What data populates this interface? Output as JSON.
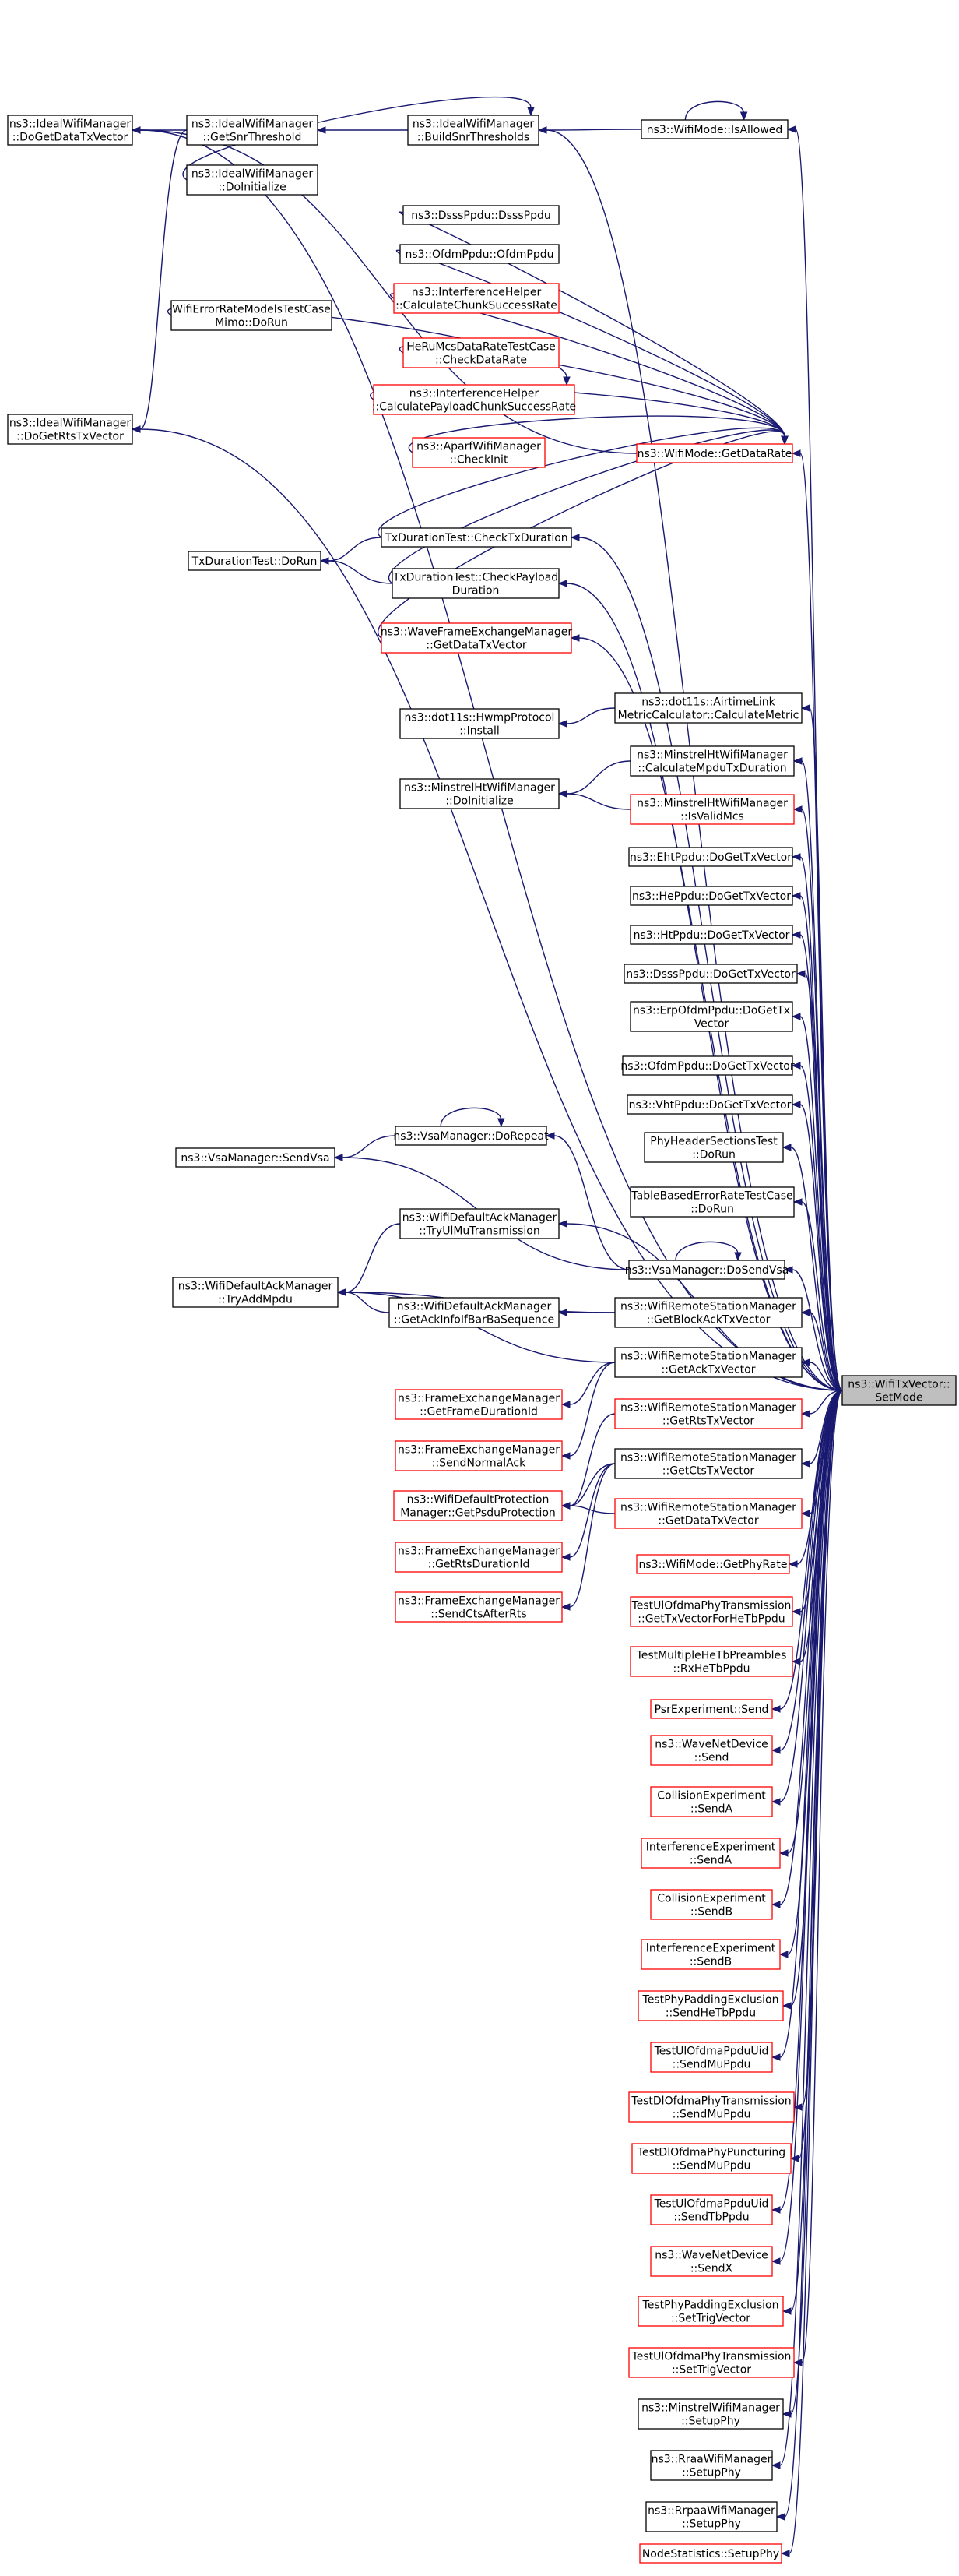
{
  "nodes": [
    {
      "id": "n_focus",
      "lines": [
        "ns3::WifiTxVector::",
        "SetMode"
      ],
      "color": "focus"
    },
    {
      "id": "n_dgdtx",
      "lines": [
        "ns3::IdealWifiManager",
        "::DoGetDataTxVector"
      ],
      "color": "black"
    },
    {
      "id": "n_gst",
      "lines": [
        "ns3::IdealWifiManager",
        "::GetSnrThreshold"
      ],
      "color": "black"
    },
    {
      "id": "n_ideal_init",
      "lines": [
        "ns3::IdealWifiManager",
        "::DoInitialize"
      ],
      "color": "black"
    },
    {
      "id": "n_bst",
      "lines": [
        "ns3::IdealWifiManager",
        "::BuildSnrThresholds"
      ],
      "color": "black"
    },
    {
      "id": "n_isallowed",
      "lines": [
        "ns3::WifiMode::IsAllowed"
      ],
      "color": "black"
    },
    {
      "id": "n_dsssppdu",
      "lines": [
        "ns3::DsssPpdu::DsssPpdu"
      ],
      "color": "black"
    },
    {
      "id": "n_ofdmppdu",
      "lines": [
        "ns3::OfdmPpdu::OfdmPpdu"
      ],
      "color": "black"
    },
    {
      "id": "n_ihccsr",
      "lines": [
        "ns3::InterferenceHelper",
        "::CalculateChunkSuccessRate"
      ],
      "color": "red"
    },
    {
      "id": "n_wifierr",
      "lines": [
        "WifiErrorRateModelsTestCase",
        "Mimo::DoRun"
      ],
      "color": "black"
    },
    {
      "id": "n_heru",
      "lines": [
        "HeRuMcsDataRateTestCase",
        "::CheckDataRate"
      ],
      "color": "red"
    },
    {
      "id": "n_ihcpcsr",
      "lines": [
        "ns3::InterferenceHelper",
        "::CalculatePayloadChunkSuccessRate"
      ],
      "color": "red"
    },
    {
      "id": "n_aparf",
      "lines": [
        "ns3::AparfWifiManager",
        "::CheckInit"
      ],
      "color": "red"
    },
    {
      "id": "n_getdatarate",
      "lines": [
        "ns3::WifiMode::GetDataRate"
      ],
      "color": "red"
    },
    {
      "id": "n_dgrts",
      "lines": [
        "ns3::IdealWifiManager",
        "::DoGetRtsTxVector"
      ],
      "color": "black"
    },
    {
      "id": "n_txdur_run",
      "lines": [
        "TxDurationTest::DoRun"
      ],
      "color": "black"
    },
    {
      "id": "n_txdur_check",
      "lines": [
        "TxDurationTest::CheckTxDuration"
      ],
      "color": "black"
    },
    {
      "id": "n_txdur_payload",
      "lines": [
        "TxDurationTest::CheckPayload",
        "Duration"
      ],
      "color": "black"
    },
    {
      "id": "n_wave_gdtv",
      "lines": [
        "ns3::WaveFrameExchangeManager",
        "::GetDataTxVector"
      ],
      "color": "red"
    },
    {
      "id": "n_airtime",
      "lines": [
        "ns3::dot11s::AirtimeLink",
        "MetricCalculator::CalculateMetric"
      ],
      "color": "black"
    },
    {
      "id": "n_hwmp",
      "lines": [
        "ns3::dot11s::HwmpProtocol",
        "::Install"
      ],
      "color": "black"
    },
    {
      "id": "n_mht_calc",
      "lines": [
        "ns3::MinstrelHtWifiManager",
        "::CalculateMpduTxDuration"
      ],
      "color": "black"
    },
    {
      "id": "n_mht_init",
      "lines": [
        "ns3::MinstrelHtWifiManager",
        "::DoInitialize"
      ],
      "color": "black"
    },
    {
      "id": "n_mht_valid",
      "lines": [
        "ns3::MinstrelHtWifiManager",
        "::IsValidMcs"
      ],
      "color": "red"
    },
    {
      "id": "n_eht",
      "lines": [
        "ns3::EhtPpdu::DoGetTxVector"
      ],
      "color": "black"
    },
    {
      "id": "n_he",
      "lines": [
        "ns3::HePpdu::DoGetTxVector"
      ],
      "color": "black"
    },
    {
      "id": "n_ht",
      "lines": [
        "ns3::HtPpdu::DoGetTxVector"
      ],
      "color": "black"
    },
    {
      "id": "n_dsss_gtv",
      "lines": [
        "ns3::DsssPpdu::DoGetTxVector"
      ],
      "color": "black"
    },
    {
      "id": "n_erp",
      "lines": [
        "ns3::ErpOfdmPpdu::DoGetTx",
        "Vector"
      ],
      "color": "black"
    },
    {
      "id": "n_ofdm_gtv",
      "lines": [
        "ns3::OfdmPpdu::DoGetTxVector"
      ],
      "color": "black"
    },
    {
      "id": "n_vht",
      "lines": [
        "ns3::VhtPpdu::DoGetTxVector"
      ],
      "color": "black"
    },
    {
      "id": "n_phyhdr",
      "lines": [
        "PhyHeaderSectionsTest",
        "::DoRun"
      ],
      "color": "black"
    },
    {
      "id": "n_tblerr",
      "lines": [
        "TableBasedErrorRateTestCase",
        "::DoRun"
      ],
      "color": "black"
    },
    {
      "id": "n_vsa_repeat",
      "lines": [
        "ns3::VsaManager::DoRepeat"
      ],
      "color": "black"
    },
    {
      "id": "n_vsa_send",
      "lines": [
        "ns3::VsaManager::SendVsa"
      ],
      "color": "black"
    },
    {
      "id": "n_vsa_dosend",
      "lines": [
        "ns3::VsaManager::DoSendVsa"
      ],
      "color": "black"
    },
    {
      "id": "n_wdam_tryul",
      "lines": [
        "ns3::WifiDefaultAckManager",
        "::TryUlMuTransmission"
      ],
      "color": "black"
    },
    {
      "id": "n_wdam_tryadd",
      "lines": [
        "ns3::WifiDefaultAckManager",
        "::TryAddMpdu"
      ],
      "color": "black"
    },
    {
      "id": "n_wdam_getack",
      "lines": [
        "ns3::WifiDefaultAckManager",
        "::GetAckInfoIfBarBaSequence"
      ],
      "color": "black"
    },
    {
      "id": "n_wrsm_blockack",
      "lines": [
        "ns3::WifiRemoteStationManager",
        "::GetBlockAckTxVector"
      ],
      "color": "black"
    },
    {
      "id": "n_wrsm_ack",
      "lines": [
        "ns3::WifiRemoteStationManager",
        "::GetAckTxVector"
      ],
      "color": "black"
    },
    {
      "id": "n_fem_fdid",
      "lines": [
        "ns3::FrameExchangeManager",
        "::GetFrameDurationId"
      ],
      "color": "red"
    },
    {
      "id": "n_wrsm_rts",
      "lines": [
        "ns3::WifiRemoteStationManager",
        "::GetRtsTxVector"
      ],
      "color": "red"
    },
    {
      "id": "n_fem_normack",
      "lines": [
        "ns3::FrameExchangeManager",
        "::SendNormalAck"
      ],
      "color": "red"
    },
    {
      "id": "n_wrsm_cts",
      "lines": [
        "ns3::WifiRemoteStationManager",
        "::GetCtsTxVector"
      ],
      "color": "black"
    },
    {
      "id": "n_wdpm",
      "lines": [
        "ns3::WifiDefaultProtection",
        "Manager::GetPsduProtection"
      ],
      "color": "red"
    },
    {
      "id": "n_wrsm_data",
      "lines": [
        "ns3::WifiRemoteStationManager",
        "::GetDataTxVector"
      ],
      "color": "red"
    },
    {
      "id": "n_fem_rtsdid",
      "lines": [
        "ns3::FrameExchangeManager",
        "::GetRtsDurationId"
      ],
      "color": "red"
    },
    {
      "id": "n_getphyrate",
      "lines": [
        "ns3::WifiMode::GetPhyRate"
      ],
      "color": "red"
    },
    {
      "id": "n_fem_ctsrts",
      "lines": [
        "ns3::FrameExchangeManager",
        "::SendCtsAfterRts"
      ],
      "color": "red"
    },
    {
      "id": "n_tulofdma_gtv",
      "lines": [
        "TestUlOfdmaPhyTransmission",
        "::GetTxVectorForHeTbPpdu"
      ],
      "color": "red"
    },
    {
      "id": "n_tmhtp",
      "lines": [
        "TestMultipleHeTbPreambles",
        "::RxHeTbPpdu"
      ],
      "color": "red"
    },
    {
      "id": "n_psr",
      "lines": [
        "PsrExperiment::Send"
      ],
      "color": "red"
    },
    {
      "id": "n_wnd_send",
      "lines": [
        "ns3::WaveNetDevice",
        "::Send"
      ],
      "color": "red"
    },
    {
      "id": "n_coll_a",
      "lines": [
        "CollisionExperiment",
        "::SendA"
      ],
      "color": "red"
    },
    {
      "id": "n_intf_a",
      "lines": [
        "InterferenceExperiment",
        "::SendA"
      ],
      "color": "red"
    },
    {
      "id": "n_coll_b",
      "lines": [
        "CollisionExperiment",
        "::SendB"
      ],
      "color": "red"
    },
    {
      "id": "n_intf_b",
      "lines": [
        "InterferenceExperiment",
        "::SendB"
      ],
      "color": "red"
    },
    {
      "id": "n_tppe_hetb",
      "lines": [
        "TestPhyPaddingExclusion",
        "::SendHeTbPpdu"
      ],
      "color": "red"
    },
    {
      "id": "n_tulppdu_mu",
      "lines": [
        "TestUlOfdmaPpduUid",
        "::SendMuPpdu"
      ],
      "color": "red"
    },
    {
      "id": "n_tdlofdma_mu",
      "lines": [
        "TestDlOfdmaPhyTransmission",
        "::SendMuPpdu"
      ],
      "color": "red"
    },
    {
      "id": "n_tdlpunct_mu",
      "lines": [
        "TestDlOfdmaPhyPuncturing",
        "::SendMuPpdu"
      ],
      "color": "red"
    },
    {
      "id": "n_tulppdu_tb",
      "lines": [
        "TestUlOfdmaPpduUid",
        "::SendTbPpdu"
      ],
      "color": "red"
    },
    {
      "id": "n_wnd_sendx",
      "lines": [
        "ns3::WaveNetDevice",
        "::SendX"
      ],
      "color": "red"
    },
    {
      "id": "n_tppe_trig",
      "lines": [
        "TestPhyPaddingExclusion",
        "::SetTrigVector"
      ],
      "color": "red"
    },
    {
      "id": "n_tulofdma_trig",
      "lines": [
        "TestUlOfdmaPhyTransmission",
        "::SetTrigVector"
      ],
      "color": "red"
    },
    {
      "id": "n_minstrel",
      "lines": [
        "ns3::MinstrelWifiManager",
        "::SetupPhy"
      ],
      "color": "black"
    },
    {
      "id": "n_rraa",
      "lines": [
        "ns3::RraaWifiManager",
        "::SetupPhy"
      ],
      "color": "black"
    },
    {
      "id": "n_rrpaa",
      "lines": [
        "ns3::RrpaaWifiManager",
        "::SetupPhy"
      ],
      "color": "black"
    },
    {
      "id": "n_nodestats",
      "lines": [
        "NodeStatistics::SetupPhy"
      ],
      "color": "red"
    }
  ]
}
